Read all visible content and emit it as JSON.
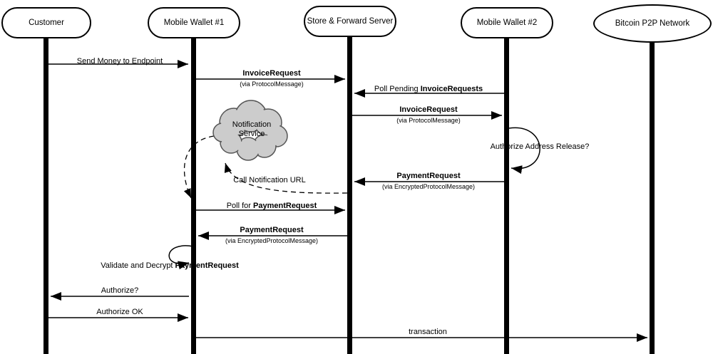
{
  "diagram": {
    "actors": [
      {
        "id": "customer",
        "label": "Customer"
      },
      {
        "id": "wallet1",
        "label": "Mobile Wallet #1"
      },
      {
        "id": "server",
        "label": "Store & Forward Server"
      },
      {
        "id": "wallet2",
        "label": "Mobile Wallet #2"
      },
      {
        "id": "bitcoin",
        "label": "Bitcoin P2P Network"
      }
    ],
    "cloud": {
      "label": "Notification Service"
    },
    "messages": {
      "send_money": {
        "text": "Send Money to Endpoint"
      },
      "invoice_request_to_server": {
        "bold": "InvoiceRequest",
        "sub": "(via ProtocolMessage)"
      },
      "poll_pending": {
        "prefix": "Poll Pending ",
        "bold": "InvoiceRequests"
      },
      "invoice_request_to_wallet2": {
        "bold": "InvoiceRequest",
        "sub": "(via ProtocolMessage)"
      },
      "authorize_address_release": {
        "text": "Authorize Address Release?"
      },
      "payment_request_to_server": {
        "bold": "PaymentRequest",
        "sub": "(via EncryptedProtocolMessage)"
      },
      "call_notification_url": {
        "text": "Call Notification URL"
      },
      "poll_for_payment_request": {
        "prefix": "Poll for ",
        "bold": "PaymentRequest"
      },
      "payment_request_to_wallet1": {
        "bold": "PaymentRequest",
        "sub": "(via EncryptedProtocolMessage)"
      },
      "validate_and_decrypt": {
        "prefix": "Validate and Decrypt ",
        "bold": "PaymentRequest"
      },
      "authorize_question": {
        "text": "Authorize?"
      },
      "authorize_ok": {
        "text": "Authorize OK"
      },
      "transaction": {
        "text": "transaction"
      }
    },
    "colors": {
      "line": "#000000",
      "cloud_fill": "#cccccc",
      "cloud_stroke": "#555555",
      "background": "#ffffff"
    }
  }
}
